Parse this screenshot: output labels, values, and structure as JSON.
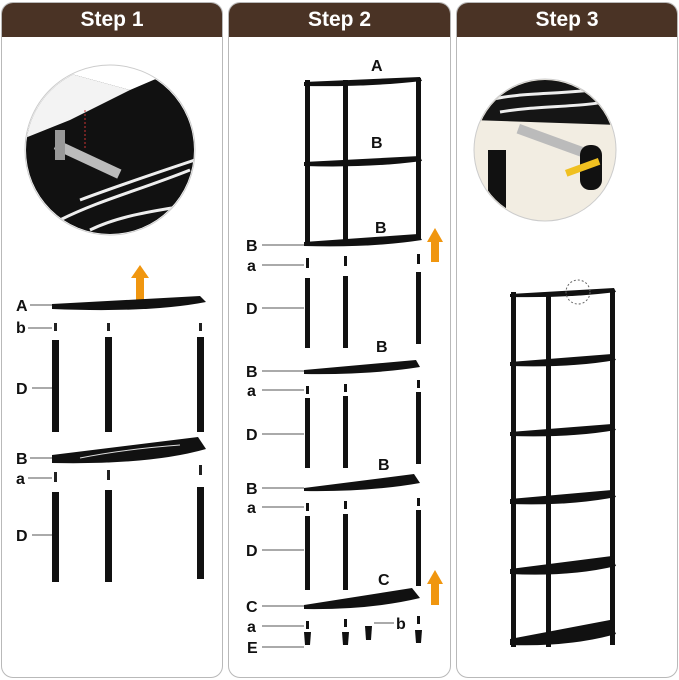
{
  "steps": [
    {
      "title": "Step 1"
    },
    {
      "title": "Step 2"
    },
    {
      "title": "Step 3"
    }
  ],
  "step1_labels": {
    "A": "A",
    "b": "b",
    "D1": "D",
    "B": "B",
    "a": "a",
    "D2": "D"
  },
  "step2_labels": {
    "A": "A",
    "B_top1": "B",
    "B_top2": "B",
    "B1": "B",
    "a1": "a",
    "D1": "D",
    "B1r": "B",
    "B2": "B",
    "a2": "a",
    "D2": "D",
    "B2r": "B",
    "B3": "B",
    "a3": "a",
    "D3": "D",
    "Cr": "C",
    "C": "C",
    "a4": "a",
    "b": "b",
    "E": "E"
  },
  "colors": {
    "header": "#4a3325",
    "arrow": "#f0960f",
    "part": "#111111"
  }
}
